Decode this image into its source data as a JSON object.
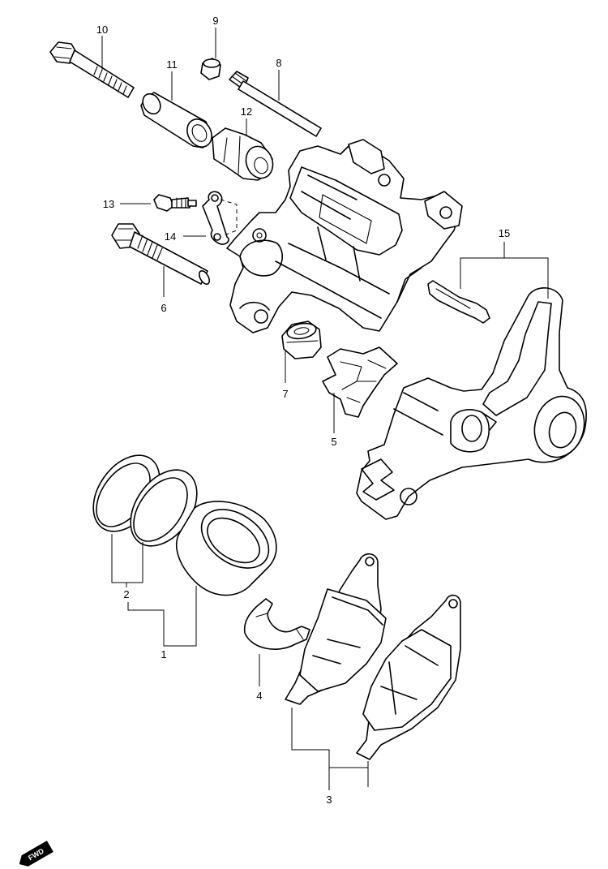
{
  "callouts": {
    "c1": "1",
    "c2": "2",
    "c3": "3",
    "c4": "4",
    "c5": "5",
    "c6": "6",
    "c7": "7",
    "c8": "8",
    "c9": "9",
    "c10": "10",
    "c11": "11",
    "c12": "12",
    "c13": "13",
    "c14": "14",
    "c15": "15"
  },
  "direction_badge": {
    "label": "FWD"
  },
  "colors": {
    "line": "#000000",
    "background": "#ffffff"
  }
}
